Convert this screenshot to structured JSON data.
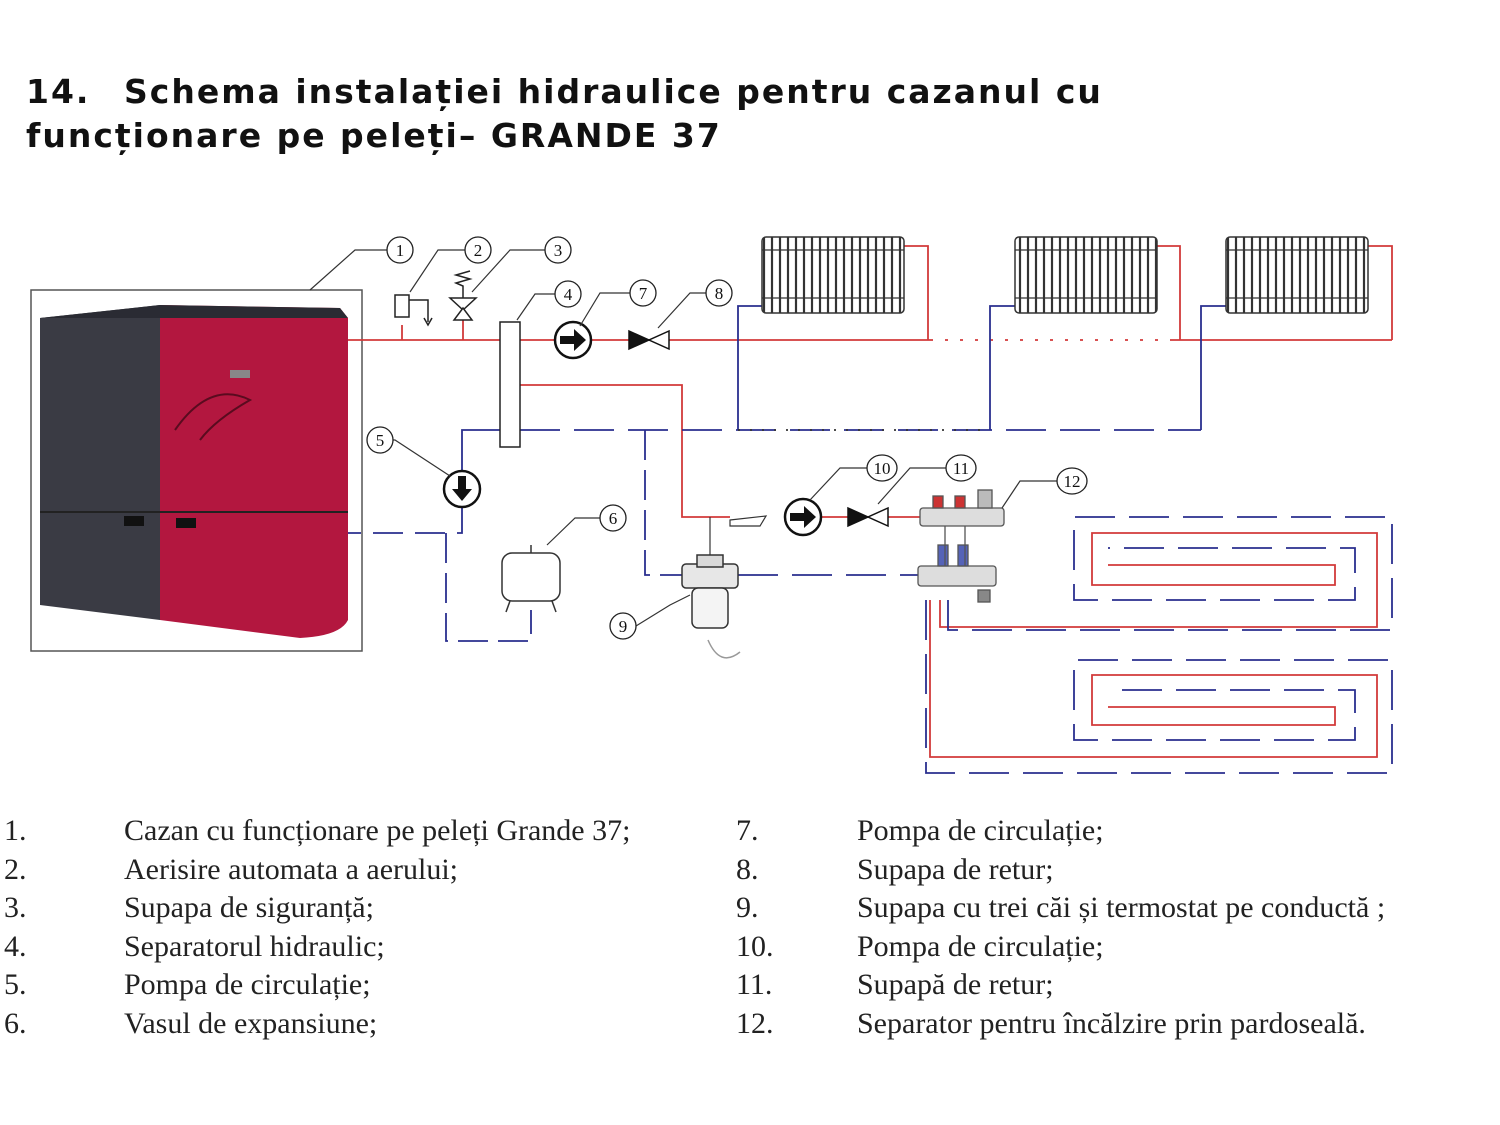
{
  "title": {
    "number": "14.",
    "line1": "Schema instalației hidraulice pentru cazanul cu",
    "line2": "funcționare pe peleți– GRANDE 37"
  },
  "callouts": [
    "1",
    "2",
    "3",
    "4",
    "5",
    "6",
    "7",
    "8",
    "9",
    "10",
    "11",
    "12"
  ],
  "legend_left": [
    {
      "n": "1.",
      "text": "Cazan cu funcționare pe peleți Grande 37;"
    },
    {
      "n": "2.",
      "text": "Aerisire automata a aerului;"
    },
    {
      "n": "3.",
      "text": "Supapa de siguranță;"
    },
    {
      "n": "4.",
      "text": "Separatorul hidraulic;"
    },
    {
      "n": "5.",
      "text": "Pompa de circulație;"
    },
    {
      "n": "6.",
      "text": "Vasul de expansiune;"
    }
  ],
  "legend_right": [
    {
      "n": "7.",
      "text": "Pompa de circulație;"
    },
    {
      "n": "8.",
      "text": "Supapa de retur;"
    },
    {
      "n": "9.",
      "text": "Supapa cu trei căi și termostat pe conductă ;"
    },
    {
      "n": "10.",
      "text": "Pompa de circulație;"
    },
    {
      "n": "11.",
      "text": "Supapă de retur;"
    },
    {
      "n": "12.",
      "text": "Separator pentru încălzire prin pardoseală."
    }
  ],
  "colors": {
    "supply_pipe": "#d23a3a",
    "return_pipe": "#2a2f8f",
    "boiler_red": "#b3173f",
    "boiler_dark": "#3a3b44"
  },
  "icons": [
    "boiler-icon",
    "air-vent-icon",
    "safety-valve-icon",
    "hydraulic-separator-icon",
    "pump-icon",
    "check-valve-icon",
    "expansion-vessel-icon",
    "three-way-valve-icon",
    "manifold-icon",
    "radiator-icon",
    "floor-heating-loop-icon"
  ]
}
